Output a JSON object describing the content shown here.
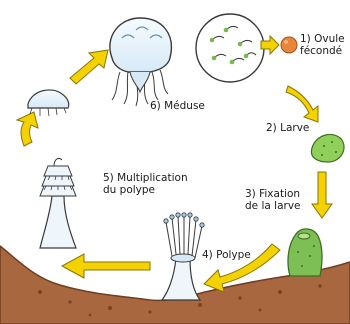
{
  "stages": [
    {
      "id": "egg",
      "lines": [
        "1) Ovule",
        "fécondé"
      ]
    },
    {
      "id": "larva",
      "lines": [
        "2) Larve"
      ]
    },
    {
      "id": "fixation",
      "lines": [
        "3) Fixation",
        "de la larve"
      ]
    },
    {
      "id": "polyp",
      "lines": [
        "4) Polype"
      ]
    },
    {
      "id": "multiplication",
      "lines": [
        "5) Multiplication",
        "du polype"
      ]
    },
    {
      "id": "medusa",
      "lines": [
        "6) Méduse"
      ]
    }
  ],
  "colors": {
    "arrow": "#f3d200",
    "arrow_outline": "#8a7400",
    "ground": "#a8673e",
    "jelly_fill": "#eef5fb",
    "jelly_accent": "#9ec9e6",
    "egg": "#e8873a",
    "larva": "#8fcf5a",
    "polyp_green": "#7dbf55"
  }
}
